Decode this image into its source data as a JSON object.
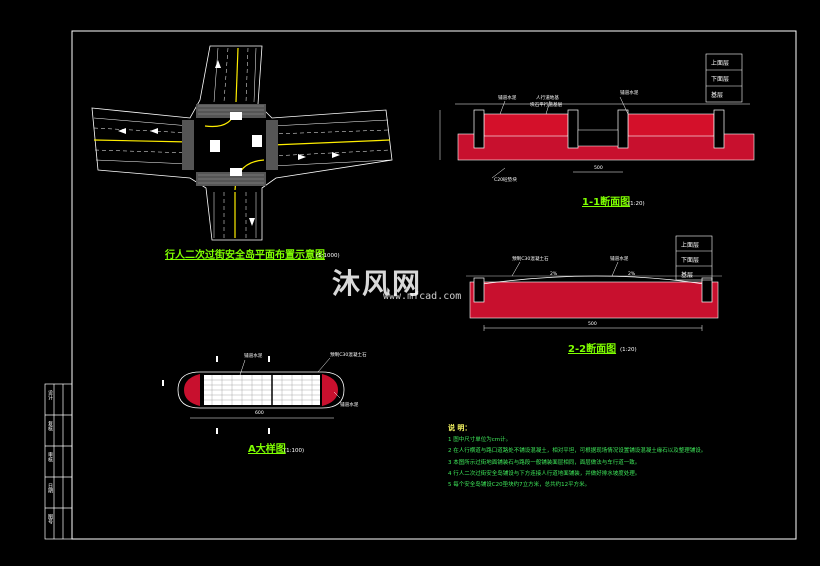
{
  "plan_title": "行人二次过街安全岛平面布置示意图",
  "plan_scale": "(1:1000)",
  "section1_title": "1-1断面图",
  "section1_scale": "(1:20)",
  "section2_title": "2-2断面图",
  "section2_scale": "(1:20)",
  "detail_title": "A大样图",
  "detail_scale": "(1:100)",
  "layers": [
    "上面层",
    "下面层",
    "基层"
  ],
  "section1_labels": {
    "curb_stone": "铺道水泥",
    "ped_path": "人行道地基",
    "brick": "块石平行道基层",
    "curb_stone2": "铺道水泥",
    "c20": "C20砼垫块"
  },
  "section2_labels": {
    "stone": "预制C30混凝土石",
    "paving": "铺道水泥",
    "d1": "2%",
    "d2": "2%",
    "width": "500"
  },
  "detail_labels": {
    "top_left": "铺道水泥",
    "top_right": "预制C30混凝土石",
    "bottom_right": "铺道水泥",
    "width": "600"
  },
  "section1_dim": "500",
  "notes_head": "说  明：",
  "notes": [
    "1 图中尺寸单位为cm计。",
    "2 在人行横道与路口道路处不铺设混凝土，相对平坦，可根据现场情况设置铺设混凝土缘石以及整理铺设。",
    "3 本图所示过街地面铺装石与路段一般铺装面层相同，面层做法与车行道一致。",
    "4 行人二次过街安全岛铺设与下方连接人行道地面铺装，并做好排水坡度处理。",
    "5 每个安全岛铺设C20垫块约7立方米，总共约12平方米。"
  ],
  "title_block": [
    "设计",
    "复核",
    "审核",
    "日期",
    "图号"
  ],
  "watermark": "沐风网",
  "watermark_sub": "www.mfcad.com"
}
